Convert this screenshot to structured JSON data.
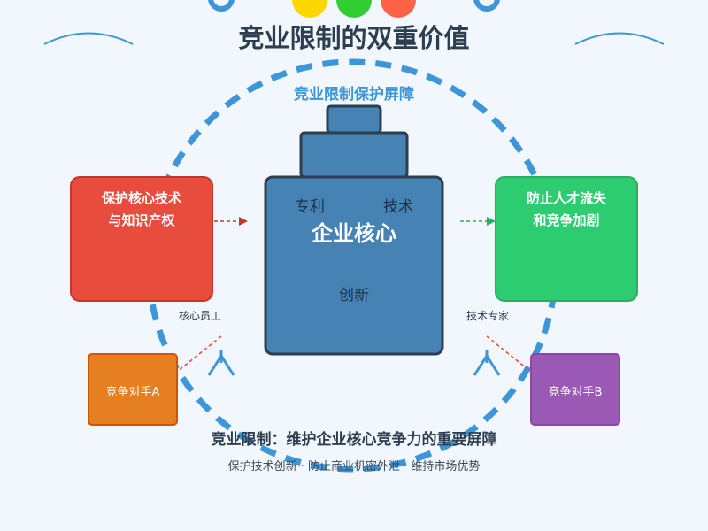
{
  "title": "竞业限制的双重价值",
  "shield_label": "竞业限制保护屏障",
  "core": {
    "title": "企业核心",
    "left_label": "专利",
    "right_label": "技术",
    "bottom_label": "创新"
  },
  "left_card": {
    "line1": "保护核心技术",
    "line2": "与知识产权",
    "color": "#e74c3c"
  },
  "right_card": {
    "line1": "防止人才流失",
    "line2": "和竞争加剧",
    "color": "#2ecc71"
  },
  "person_left": {
    "label": "核心员工"
  },
  "person_right": {
    "label": "技术专家"
  },
  "competitor_a": {
    "label": "竞争对手A",
    "color": "#e67e22"
  },
  "competitor_b": {
    "label": "竞争对手B",
    "color": "#9b59b6"
  },
  "bottom": {
    "main": "竞业限制：维护企业核心竞争力的重要屏障",
    "sub": "保护技术创新 · 防止商业机密外泄 · 维持市场优势"
  },
  "colors": {
    "accent_blue": "#3d96d8",
    "core_blue": "#4682b4",
    "core_border": "#2c3e50",
    "circle_yellow": "#ffd700",
    "circle_green": "#32cd32",
    "circle_red": "#ff6347"
  }
}
